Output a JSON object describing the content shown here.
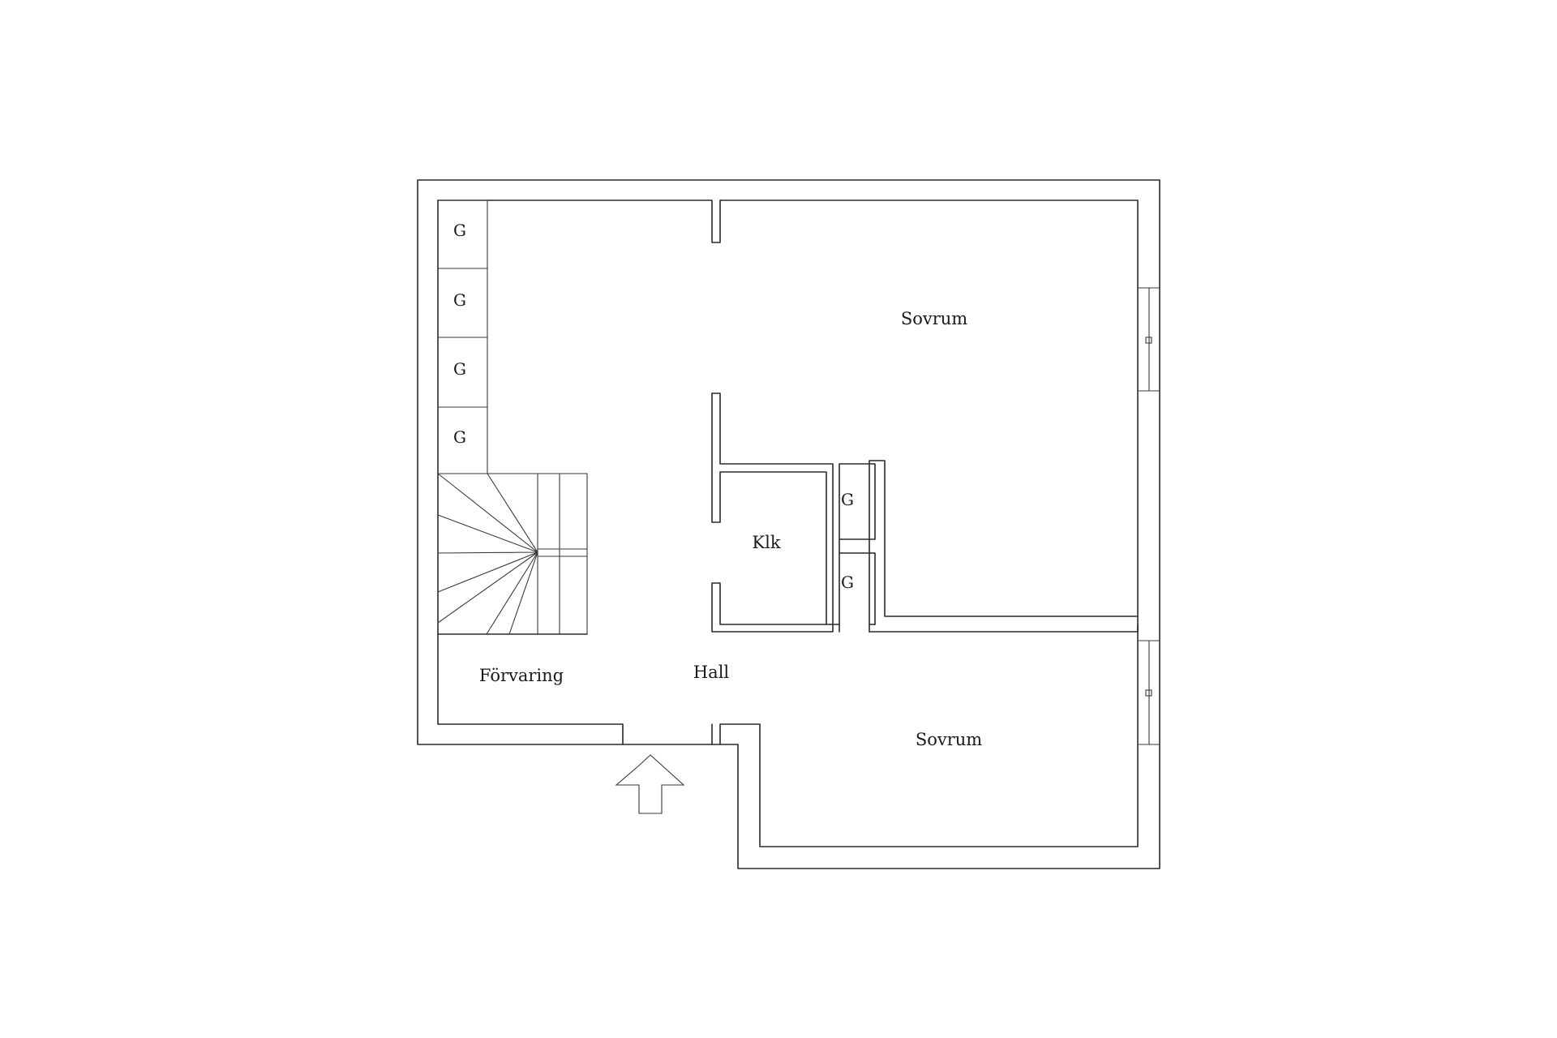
{
  "rooms": {
    "bedroom_top": "Sovrum",
    "bedroom_bottom": "Sovrum",
    "hall": "Hall",
    "storage": "Förvaring",
    "walk_in_closet": "Klk"
  },
  "closets": [
    "G",
    "G",
    "G",
    "G",
    "G",
    "G"
  ],
  "entrance": {
    "symbol": "arrow-up-icon"
  }
}
